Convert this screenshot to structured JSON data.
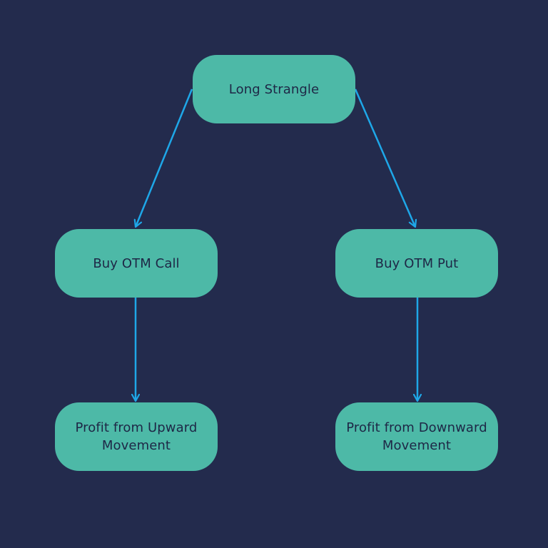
{
  "diagram": {
    "colors": {
      "background": "#232B4D",
      "node_fill": "#4DB9A7",
      "node_text": "#1E2746",
      "arrow": "#1EA7E8"
    },
    "nodes": {
      "root": {
        "label": "Long Strangle"
      },
      "call": {
        "label": "Buy OTM Call"
      },
      "put": {
        "label": "Buy OTM Put"
      },
      "upward": {
        "label": "Profit from Upward\nMovement"
      },
      "downward": {
        "label": "Profit from Downward\nMovement"
      }
    },
    "edges": [
      {
        "from": "root",
        "to": "call"
      },
      {
        "from": "root",
        "to": "put"
      },
      {
        "from": "call",
        "to": "upward"
      },
      {
        "from": "put",
        "to": "downward"
      }
    ]
  }
}
